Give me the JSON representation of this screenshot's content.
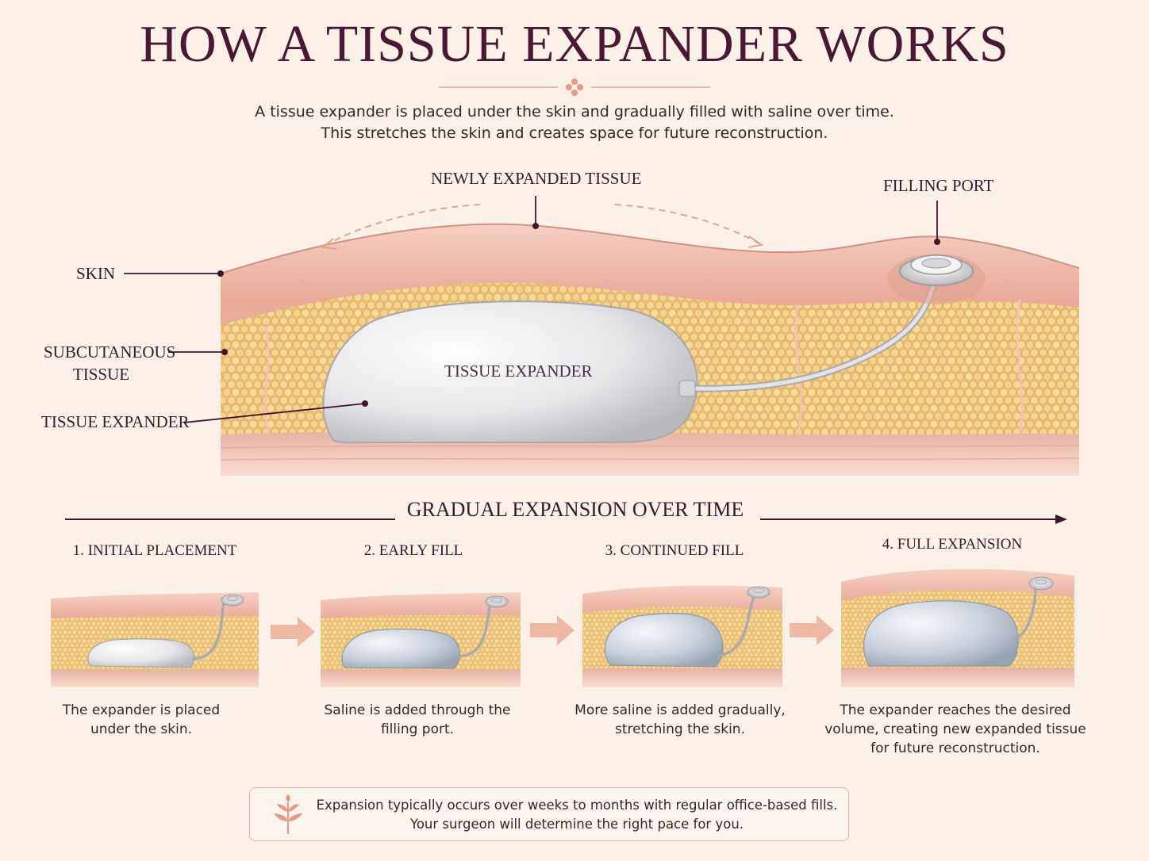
{
  "title": "HOW A TISSUE EXPANDER WORKS",
  "intro": [
    "A tissue expander is placed under the skin and gradually filled with saline over time.",
    "This stretches the skin and creates space for future reconstruction."
  ],
  "diagram_labels": {
    "newly_expanded_tissue": "NEWLY EXPANDED TISSUE",
    "filling_port": "FILLING PORT",
    "skin": "SKIN",
    "subcutaneous_line1": "SUBCUTANEOUS",
    "subcutaneous_line2": "TISSUE",
    "tissue_expander_side": "TISSUE EXPANDER",
    "tissue_expander_inner": "TISSUE EXPANDER"
  },
  "timeline": {
    "title": "GRADUAL EXPANSION OVER TIME",
    "steps": [
      {
        "title": "1. INITIAL PLACEMENT",
        "desc_line1": "The expander is placed",
        "desc_line2": "under the skin.",
        "desc_line3": ""
      },
      {
        "title": "2. EARLY FILL",
        "desc_line1": "Saline is added through the",
        "desc_line2": "filling port.",
        "desc_line3": ""
      },
      {
        "title": "3. CONTINUED FILL",
        "desc_line1": "More saline is added gradually,",
        "desc_line2": "stretching the skin.",
        "desc_line3": ""
      },
      {
        "title": "4. FULL EXPANSION",
        "desc_line1": "The expander reaches the desired",
        "desc_line2": "volume, creating new expanded tissue",
        "desc_line3": "for future reconstruction."
      }
    ]
  },
  "note": {
    "line1": "Expansion typically occurs over weeks to months with regular office-based fills.",
    "line2": "Your surgeon will determine the right pace for you."
  },
  "colors": {
    "title": "#4a1834",
    "skin": "#eeb3a6",
    "fat": "#f1cf86",
    "expander": "#e9e8ea",
    "accent": "#e79a80"
  }
}
